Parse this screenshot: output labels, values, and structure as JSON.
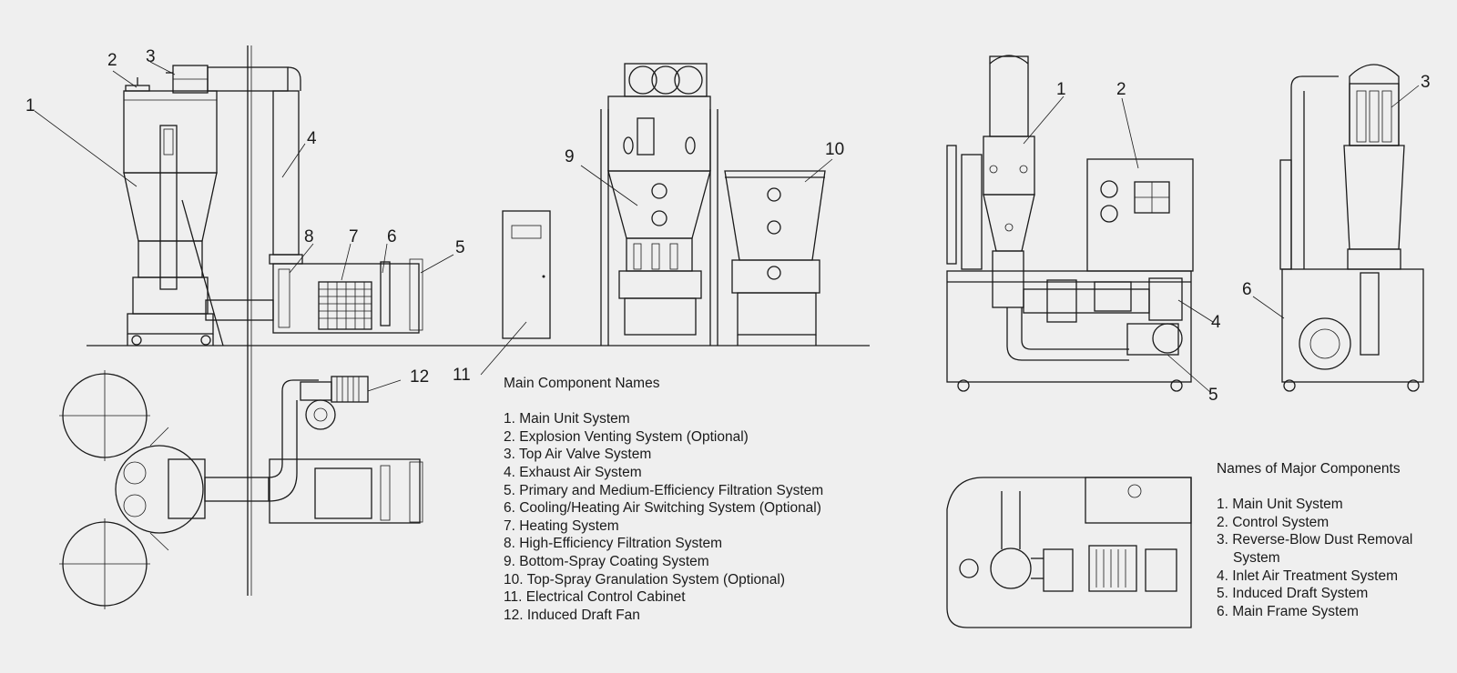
{
  "left_legend": {
    "title": "Main Component Names",
    "items": [
      "1. Main Unit System",
      "2. Explosion Venting System (Optional)",
      "3. Top Air Valve System",
      "4. Exhaust Air System",
      "5. Primary and Medium-Efficiency Filtration System",
      "6. Cooling/Heating Air Switching System (Optional)",
      "7. Heating System",
      "8. High-Efficiency Filtration System",
      "9. Bottom-Spray Coating System",
      "10. Top-Spray Granulation System (Optional)",
      "11. Electrical Control Cabinet",
      "12. Induced Draft Fan"
    ]
  },
  "right_legend": {
    "title": "Names of Major Components",
    "items": [
      "1. Main Unit System",
      "2. Control System",
      "3. Reverse-Blow Dust Removal System",
      "4. Inlet Air Treatment System",
      "5. Induced Draft System",
      "6. Main Frame System"
    ]
  },
  "left_callouts": [
    "1",
    "2",
    "3",
    "4",
    "5",
    "6",
    "7",
    "8",
    "9",
    "10",
    "11",
    "12"
  ],
  "right_callouts": [
    "1",
    "2",
    "3",
    "4",
    "5",
    "6"
  ]
}
